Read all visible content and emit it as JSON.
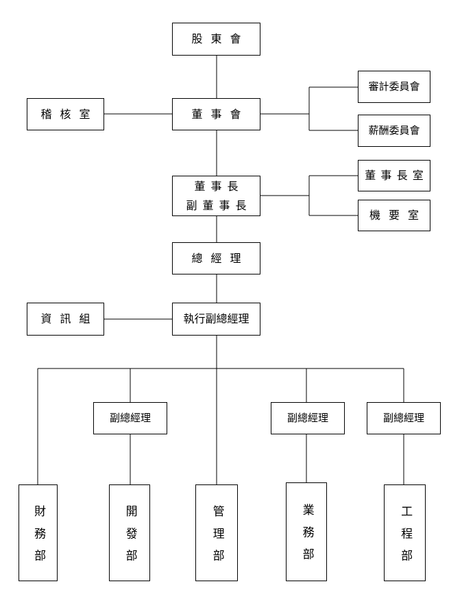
{
  "org": {
    "shareholders": "股東會",
    "board": "董事會",
    "audit_office": "稽核室",
    "audit_committee": "審計委員會",
    "compensation_committee": "薪酬委員會",
    "chairman": "董事長",
    "vice_chairman": "副董事長",
    "chairman_office": "董事長室",
    "secretariat": "機要室",
    "general_manager": "總經理",
    "info_team": "資訊組",
    "executive_vp": "執行副總經理",
    "vp_1": "副總經理",
    "vp_2": "副總經理",
    "vp_3": "副總經理",
    "finance_dept": "財務部",
    "development_dept": "開發部",
    "management_dept": "管理部",
    "sales_dept": "業務部",
    "engineering_dept": "工程部"
  }
}
